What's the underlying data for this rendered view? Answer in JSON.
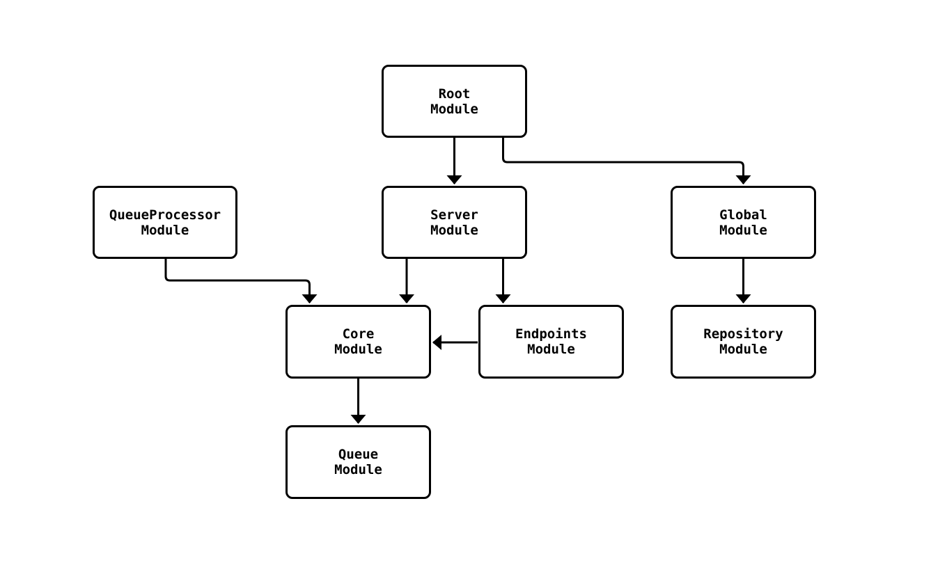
{
  "diagram": {
    "type": "module-dependency-flowchart",
    "colors": {
      "background": "#ffffff",
      "node_fill": "#ffffff",
      "node_border": "#000000",
      "edge": "#000000",
      "text": "#000000"
    },
    "nodes": {
      "root": {
        "line1": "Root",
        "line2": "Module"
      },
      "queue_processor": {
        "line1": "QueueProcessor",
        "line2": "Module"
      },
      "server": {
        "line1": "Server",
        "line2": "Module"
      },
      "global": {
        "line1": "Global",
        "line2": "Module"
      },
      "core": {
        "line1": "Core",
        "line2": "Module"
      },
      "endpoints": {
        "line1": "Endpoints",
        "line2": "Module"
      },
      "repository": {
        "line1": "Repository",
        "line2": "Module"
      },
      "queue": {
        "line1": "Queue",
        "line2": "Module"
      }
    },
    "edges": [
      {
        "from": "Root Module",
        "to": "Server Module"
      },
      {
        "from": "Root Module",
        "to": "Global Module"
      },
      {
        "from": "QueueProcessor Module",
        "to": "Core Module"
      },
      {
        "from": "Server Module",
        "to": "Core Module"
      },
      {
        "from": "Server Module",
        "to": "Endpoints Module"
      },
      {
        "from": "Endpoints Module",
        "to": "Core Module"
      },
      {
        "from": "Global Module",
        "to": "Repository Module"
      },
      {
        "from": "Core Module",
        "to": "Queue Module"
      }
    ]
  }
}
